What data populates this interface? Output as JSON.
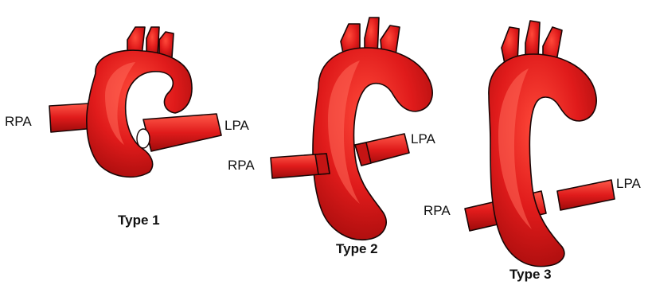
{
  "colors": {
    "aorta_fill": "#e01b1b",
    "aorta_shade": "#b80f0f",
    "aorta_highlight": "#ff5a4a",
    "outline": "#1a0606",
    "background": "#ffffff"
  },
  "panels": [
    {
      "caption": "Type 1",
      "labels": {
        "rpa": "RPA",
        "lpa": "LPA"
      }
    },
    {
      "caption": "Type 2",
      "labels": {
        "rpa": "RPA",
        "lpa": "LPA"
      }
    },
    {
      "caption": "Type 3",
      "labels": {
        "rpa": "RPA",
        "lpa": "LPA"
      }
    }
  ]
}
